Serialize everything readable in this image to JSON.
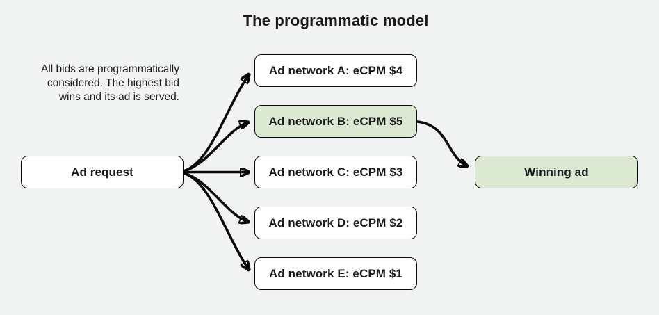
{
  "title": "The programmatic model",
  "description": {
    "lines": [
      "All bids are programmatically",
      "considered. The highest bid",
      "wins and its ad is served."
    ]
  },
  "nodes": {
    "ad_request": {
      "label": "Ad request"
    },
    "networks": [
      {
        "id": "A",
        "label": "Ad network A: eCPM $4",
        "ecpm": 4,
        "highlighted": false
      },
      {
        "id": "B",
        "label": "Ad network B: eCPM $5",
        "ecpm": 5,
        "highlighted": true
      },
      {
        "id": "C",
        "label": "Ad network C: eCPM $3",
        "ecpm": 3,
        "highlighted": false
      },
      {
        "id": "D",
        "label": "Ad network D: eCPM $2",
        "ecpm": 2,
        "highlighted": false
      },
      {
        "id": "E",
        "label": "Ad network E: eCPM $1",
        "ecpm": 1,
        "highlighted": false
      }
    ],
    "winning_ad": {
      "label": "Winning ad"
    }
  },
  "colors": {
    "background": "#f1f2f2",
    "box_fill": "#ffffff",
    "highlight_fill": "#dbe8d2",
    "border": "#0a0a0a",
    "arrow": "#0a0a0a",
    "text": "#1a1a1a"
  }
}
